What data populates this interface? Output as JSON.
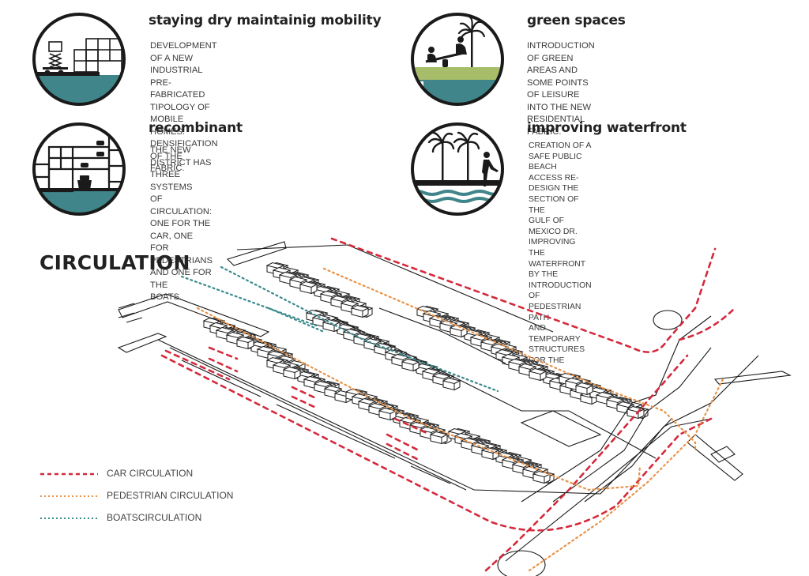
{
  "concepts": [
    {
      "id": "staying-dry",
      "title": "staying dry maintainig mobility",
      "description": "DEVELOPMENT OF  A NEW INDUSTRIAL\nPRE-FABRICATED TIPOLOGY OF MOBILE\nHOMES. DENSIFICATION OF THE FABRIC.",
      "icon": "mobile-home-stack-icon"
    },
    {
      "id": "green-spaces",
      "title": "green spaces",
      "description": "INTRODUCTION OF GREEN AREAS AND\nSOME POINTS OF LEISURE INTO THE NEW\nRESIDENTIAL FABRIC.",
      "icon": "seesaw-palm-icon"
    },
    {
      "id": "recombinant",
      "title": "recombinant",
      "description": "THE NEW DISTRICT HAS THREE SYSTEMS\nOF CIRCULATION: ONE FOR THE CAR, ONE\nFOR PEDESTRIANS AND ONE FOR THE\nBOATS.",
      "icon": "layered-circulation-icon"
    },
    {
      "id": "improving-waterfront",
      "title": "improving waterfront",
      "description": "CREATION OF A SAFE PUBLIC BEACH\nACCESS RE-DESIGN THE SECTION OF THE\nGULF OF MEXICO DR.\nIMPROVING THE WATERFRONT BY THE\nINTRODUCTION OF PEDESTRIAN PATH\nAND TEMPORARY STRUCTURES FOR THE\nUSE",
      "icon": "palm-walker-waves-icon"
    }
  ],
  "section_title": "CIRCULATION",
  "legend": [
    {
      "label": "CAR CIRCULATION",
      "color": "#d42a3c",
      "style": "dashed"
    },
    {
      "label": "PEDESTRIAN CIRCULATION",
      "color": "#e8934a",
      "style": "dotted"
    },
    {
      "label": "BOATSCIRCULATION",
      "color": "#3a8a8c",
      "style": "dotted"
    }
  ],
  "colors": {
    "water": "#3f8589",
    "grass": "#a8bd6a",
    "ink": "#1a1a1a",
    "car": "#d42a3c",
    "pedestrian": "#e8934a",
    "boat": "#3a8a8c"
  }
}
